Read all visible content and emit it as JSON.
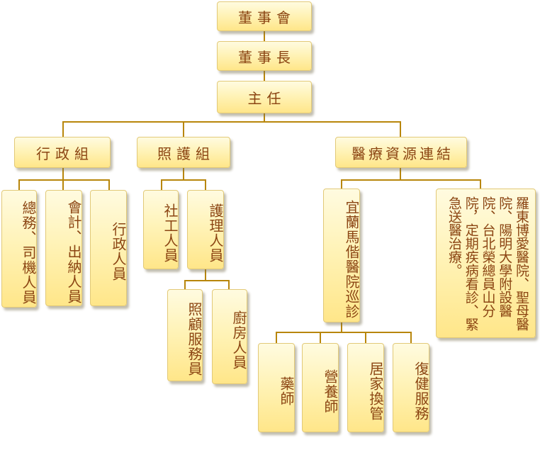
{
  "nodes": {
    "board": "董事會",
    "chairman": "董事長",
    "director": "主任",
    "admin_group": "行政組",
    "care_group": "照護組",
    "medical_group": "醫療資源連結",
    "general_staff": "總務、司機人員",
    "accounting_staff": "會計、出納人員",
    "admin_staff": "行政人員",
    "social_worker": "社工人員",
    "nursing_staff": "護理人員",
    "care_attendant": "照顧服務員",
    "kitchen_staff": "廚房人員",
    "yilan_mackay": "宜蘭馬偕醫院巡診",
    "pharmacist": "藥師",
    "nutritionist": "營養師",
    "home_care": "居家換管",
    "rehab": "復健服務",
    "hospital_network": "羅東博愛醫院、聖母醫院、陽明大學附設醫院、台北榮總員山分院，定期疾病看診、緊急送醫治療。"
  }
}
